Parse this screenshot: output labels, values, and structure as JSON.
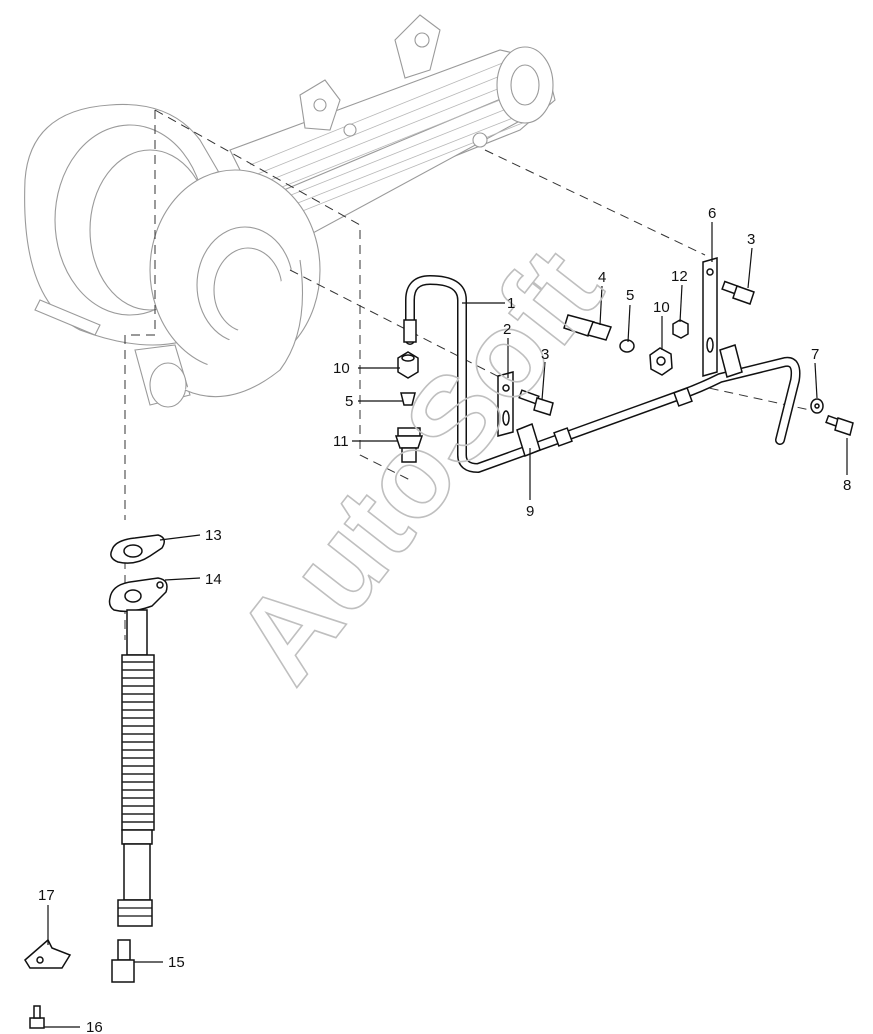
{
  "watermark": "AutoSoft",
  "callouts": [
    {
      "id": "1",
      "label": "1"
    },
    {
      "id": "2",
      "label": "2"
    },
    {
      "id": "3a",
      "label": "3"
    },
    {
      "id": "3b",
      "label": "3"
    },
    {
      "id": "4",
      "label": "4"
    },
    {
      "id": "5a",
      "label": "5"
    },
    {
      "id": "5b",
      "label": "5"
    },
    {
      "id": "6",
      "label": "6"
    },
    {
      "id": "7",
      "label": "7"
    },
    {
      "id": "8",
      "label": "8"
    },
    {
      "id": "9",
      "label": "9"
    },
    {
      "id": "10a",
      "label": "10"
    },
    {
      "id": "10b",
      "label": "10"
    },
    {
      "id": "11",
      "label": "11"
    },
    {
      "id": "12",
      "label": "12"
    },
    {
      "id": "13",
      "label": "13"
    },
    {
      "id": "14",
      "label": "14"
    },
    {
      "id": "15",
      "label": "15"
    },
    {
      "id": "16",
      "label": "16"
    },
    {
      "id": "17",
      "label": "17"
    }
  ]
}
